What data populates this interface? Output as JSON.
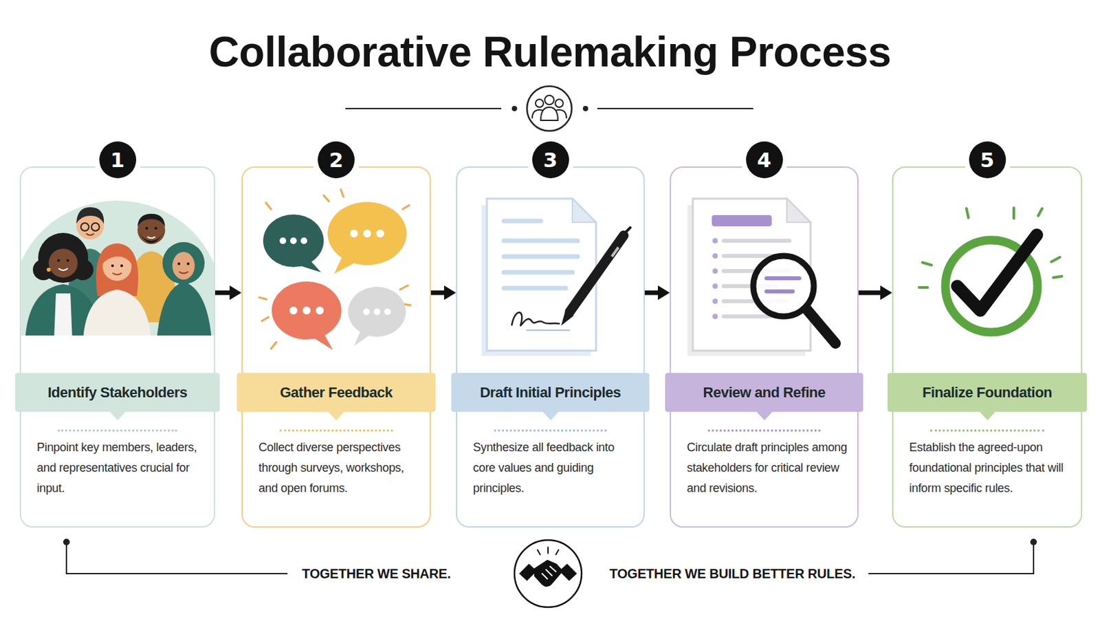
{
  "diagram": {
    "title": "Collaborative Rulemaking Process",
    "nodes": [
      {
        "text": [
          "1",
          "Identify Stakeholders",
          "Pinpoint key members, leaders, and representatives crucial for input."
        ]
      },
      {
        "text": [
          "2",
          "Gather Feedback",
          "Collect diverse perspectives through surveys, workshops, and open forums."
        ]
      },
      {
        "text": [
          "3",
          "Draft Initial Principles",
          "Synthesize all feedback into core values and guiding principles."
        ]
      },
      {
        "text": [
          "4",
          "Review and Refine",
          "Circulate draft principles among stakeholders for critical review and revisions."
        ]
      },
      {
        "text": [
          "5",
          "Finalize Foundation",
          "Establish the agreed-upon foundational principles that will inform specific rules."
        ]
      }
    ],
    "edges": [
      {
        "from": 0,
        "to": 1,
        "arrow": "to"
      },
      {
        "from": 1,
        "to": 2,
        "arrow": "to"
      },
      {
        "from": 2,
        "to": 3,
        "arrow": "to"
      },
      {
        "from": 3,
        "to": 4,
        "arrow": "to"
      }
    ],
    "labels": [
      "TOGETHER WE SHARE.",
      "TOGETHER WE BUILD BETTER RULES."
    ]
  }
}
